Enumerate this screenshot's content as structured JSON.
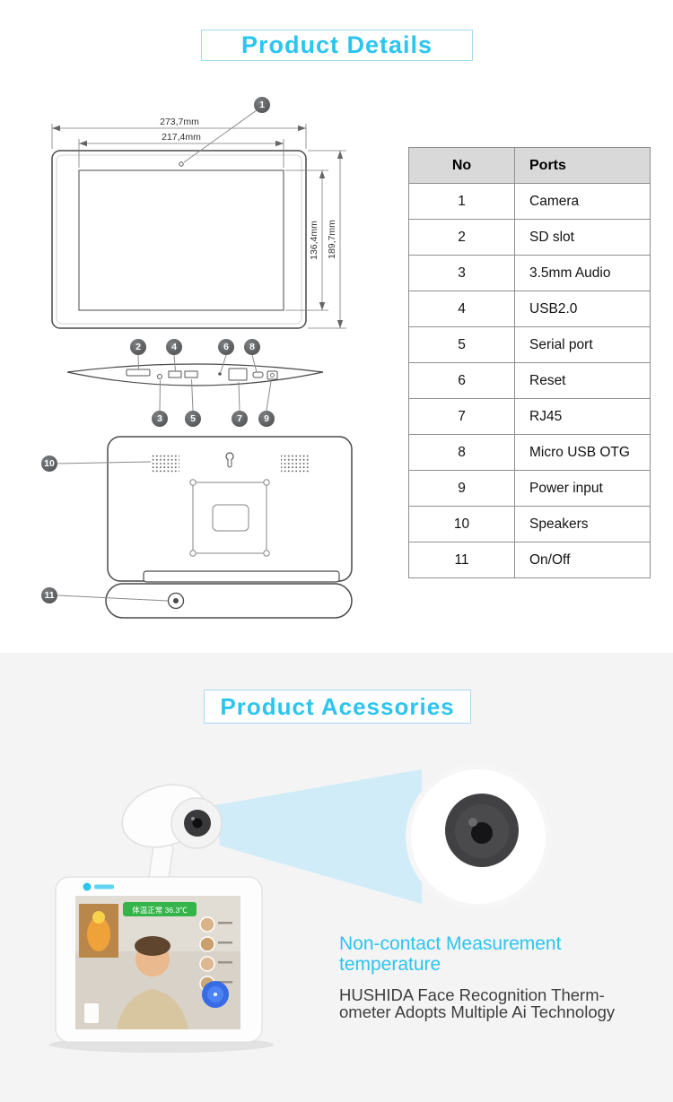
{
  "page": {
    "details_title": "Product Details",
    "accessories_title": "Product Acessories"
  },
  "diagram": {
    "callouts": [
      "1",
      "2",
      "3",
      "4",
      "5",
      "6",
      "7",
      "8",
      "9",
      "10",
      "11"
    ],
    "dims": {
      "outer_width": "273,7mm",
      "screen_width": "217,4mm",
      "screen_height": "136,4mm",
      "outer_height": "189,7mm"
    }
  },
  "ports_table": {
    "col_no": "No",
    "col_ports": "Ports",
    "rows": [
      {
        "no": "1",
        "port": "Camera"
      },
      {
        "no": "2",
        "port": "SD  slot"
      },
      {
        "no": "3",
        "port": "3.5mm Audio"
      },
      {
        "no": "4",
        "port": "USB2.0"
      },
      {
        "no": "5",
        "port": "Serial port"
      },
      {
        "no": "6",
        "port": "Reset"
      },
      {
        "no": "7",
        "port": "RJ45"
      },
      {
        "no": "8",
        "port": "Micro USB OTG"
      },
      {
        "no": "9",
        "port": "Power input"
      },
      {
        "no": "10",
        "port": "Speakers"
      },
      {
        "no": "11",
        "port": "On/Off"
      }
    ]
  },
  "accessories": {
    "headline_line1": "Non-contact Measurement",
    "headline_line2": "temperature",
    "subtext_line1": "HUSHIDA Face Recognition Therm-",
    "subtext_line2": "ometer Adopts Multiple Ai Technology",
    "screen_badge": "体温正常 36.3℃"
  },
  "colors": {
    "accent": "#2bc5ee",
    "table_header_bg": "#d9d9d9",
    "callout_bg": "#58595b",
    "section_bg": "#f4f4f4",
    "badge_green": "#35b44a"
  }
}
